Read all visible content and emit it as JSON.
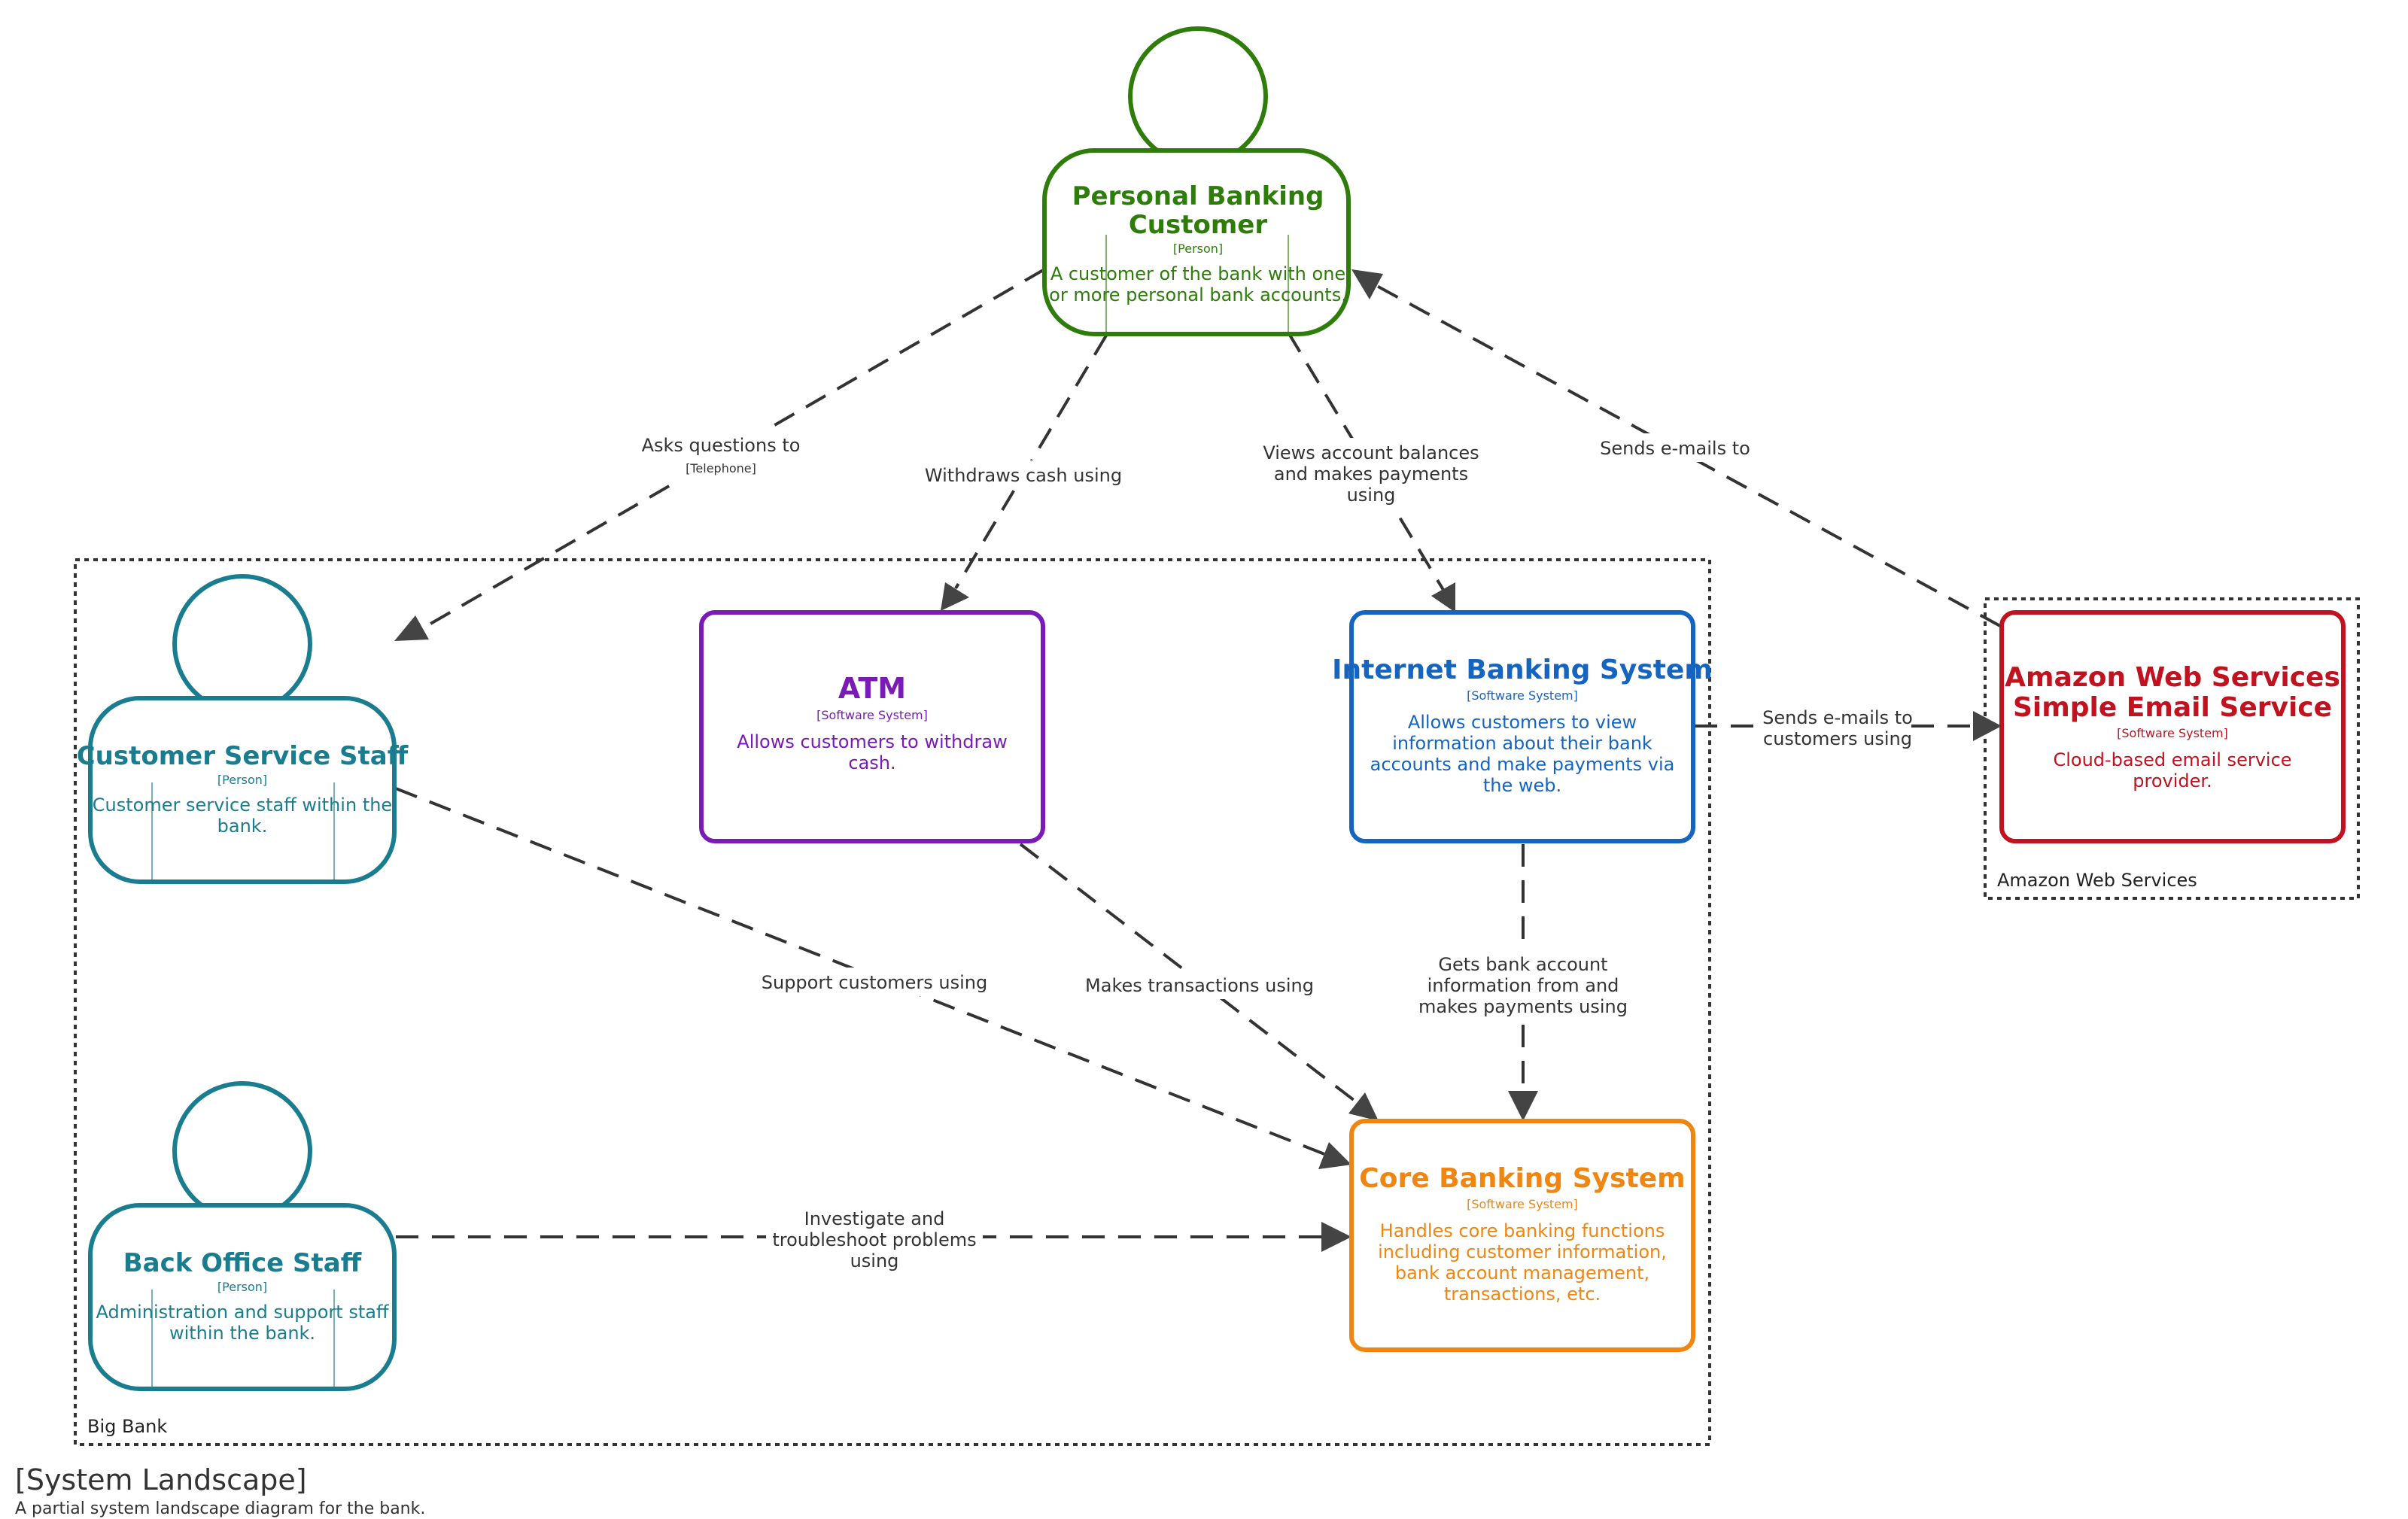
{
  "colors": {
    "personal_customer": "#2e7d0a",
    "staff": "#1a7d8f",
    "atm": "#7a1bb5",
    "internet_banking": "#1565c0",
    "aws_ses": "#c0121f",
    "core_banking": "#ef8612",
    "relationship": "#333333"
  },
  "elements": {
    "personal_customer": {
      "name_line1": "Personal Banking",
      "name_line2": "Customer",
      "type": "[Person]",
      "desc_line1": "A customer of the bank with one",
      "desc_line2": "or more personal bank accounts."
    },
    "customer_service_staff": {
      "name": "Customer Service Staff",
      "type": "[Person]",
      "desc_line1": "Customer service staff within the",
      "desc_line2": "bank."
    },
    "back_office_staff": {
      "name": "Back Office Staff",
      "type": "[Person]",
      "desc_line1": "Administration and support staff",
      "desc_line2": "within the bank."
    },
    "atm": {
      "name": "ATM",
      "type": "[Software System]",
      "desc_line1": "Allows customers to withdraw",
      "desc_line2": "cash."
    },
    "internet_banking": {
      "name": "Internet Banking System",
      "type": "[Software System]",
      "desc_line1": "Allows customers to view",
      "desc_line2": "information about their bank",
      "desc_line3": "accounts and make payments via",
      "desc_line4": "the web."
    },
    "aws_ses": {
      "name_line1": "Amazon Web Services",
      "name_line2": "Simple Email Service",
      "type": "[Software System]",
      "desc_line1": "Cloud-based email service",
      "desc_line2": "provider."
    },
    "core_banking": {
      "name": "Core Banking System",
      "type": "[Software System]",
      "desc_line1": "Handles core banking functions",
      "desc_line2": "including customer information,",
      "desc_line3": "bank account management,",
      "desc_line4": "transactions, etc."
    }
  },
  "boundaries": {
    "big_bank": "Big Bank",
    "aws": "Amazon Web Services"
  },
  "relationships": {
    "asks_questions": {
      "line1": "Asks questions to",
      "tech": "[Telephone]"
    },
    "withdraws_cash": {
      "line1": "Withdraws cash using"
    },
    "views_balances": {
      "line1": "Views account balances",
      "line2": "and makes payments",
      "line3": "using"
    },
    "sends_emails_to": {
      "line1": "Sends e-mails to"
    },
    "sends_emails_using": {
      "line1": "Sends e-mails to",
      "line2": "customers using"
    },
    "support_customers": {
      "line1": "Support customers using"
    },
    "makes_transactions": {
      "line1": "Makes transactions using"
    },
    "gets_account_info": {
      "line1": "Gets bank account",
      "line2": "information from and",
      "line3": "makes payments using"
    },
    "investigate": {
      "line1": "Investigate and",
      "line2": "troubleshoot problems",
      "line3": "using"
    }
  },
  "diagram": {
    "title": "[System Landscape]",
    "description": "A partial system landscape diagram for the bank."
  }
}
